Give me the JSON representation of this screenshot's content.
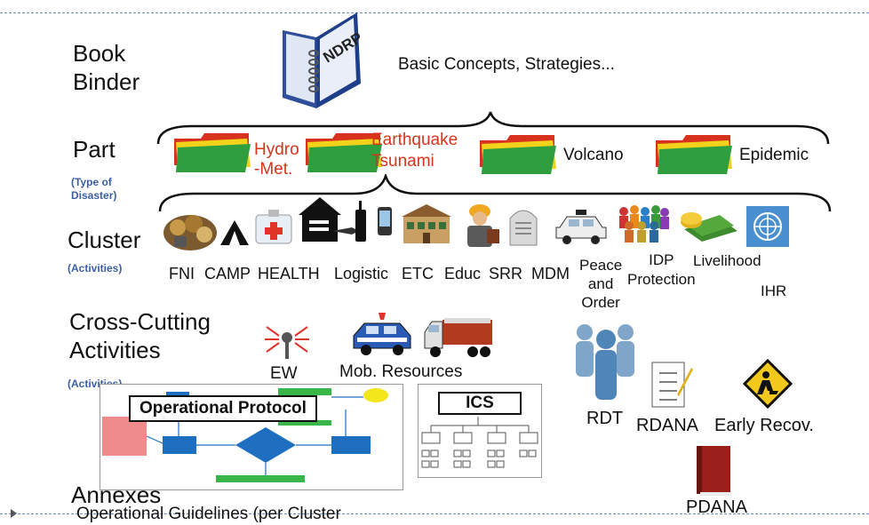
{
  "levels": {
    "book_binder": "Book\nBinder",
    "part": "Part",
    "part_sub": "(Type of\nDisaster)",
    "cluster": "Cluster",
    "cluster_sub": "(Activities)",
    "cross_cutting": "Cross-Cutting\nActivities",
    "cross_sub": "(Activities)",
    "annexes": "Annexes",
    "annexes_sub": "Operational Guidelines (per Cluster"
  },
  "binder": {
    "spine_text": "NDRP",
    "description": "Basic Concepts, Strategies..."
  },
  "parts": [
    {
      "label": "Hydro\n-Met.",
      "color": "red"
    },
    {
      "label": "Earthquake\nTsunami",
      "color": "red"
    },
    {
      "label": "Volcano",
      "color": "dark"
    },
    {
      "label": "Epidemic",
      "color": "dark"
    }
  ],
  "clusters": [
    {
      "label": "FNI",
      "icon": "food-icon"
    },
    {
      "label": "CAMP",
      "icon": "tent-icon"
    },
    {
      "label": "HEALTH",
      "icon": "first-aid-icon"
    },
    {
      "label": "Logistic",
      "icon": "logistics-icon"
    },
    {
      "label": "ETC",
      "icon": "phone-icon"
    },
    {
      "label": "Educ",
      "icon": "school-icon"
    },
    {
      "label": "SRR",
      "icon": "rescuer-icon"
    },
    {
      "label": "MDM",
      "icon": "grave-icon"
    },
    {
      "label": "Peace\nand\nOrder",
      "icon": "police-car-icon"
    },
    {
      "label": "IDP\nProtection",
      "icon": "crowd-icon"
    },
    {
      "label": "Livelihood",
      "icon": "money-icon"
    },
    {
      "label": "IHR",
      "icon": "un-emblem-icon"
    }
  ],
  "cross_cutting": {
    "ew": "EW",
    "mob": "Mob. Resources"
  },
  "protocol": {
    "title": "Operational Protocol",
    "ics": "ICS"
  },
  "right_items": {
    "rdt": "RDT",
    "rdana": "RDANA",
    "early_recov": "Early Recov.",
    "pdana": "PDANA"
  },
  "colors": {
    "accent_red": "#d9331a",
    "sub_blue": "#3a5fa8",
    "folder_green": "#2e9e3f",
    "folder_yellow": "#f2d21b",
    "folder_red": "#d8321e"
  }
}
